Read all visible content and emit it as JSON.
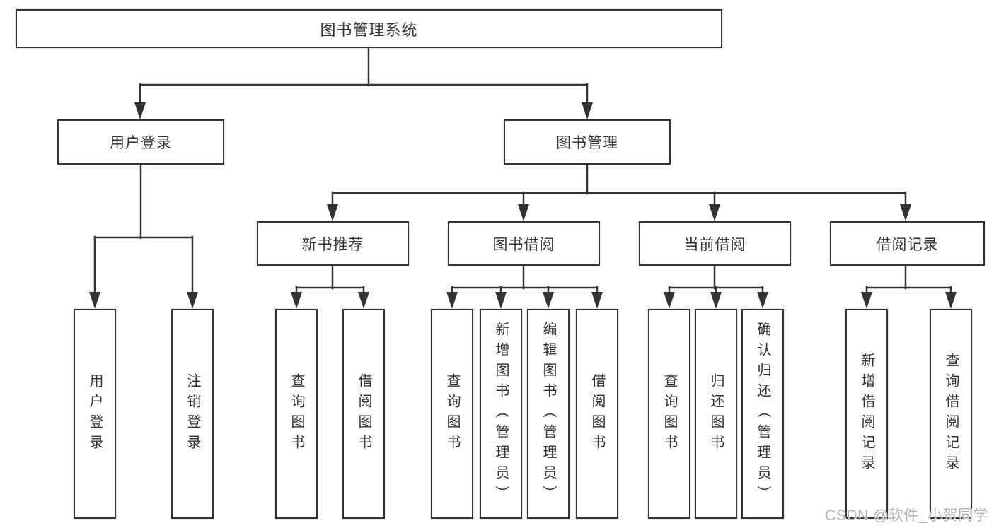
{
  "tree": {
    "root": "图书管理系统",
    "user_login": {
      "label": "用户登录",
      "leaves": [
        "用户登录",
        "注销登录"
      ]
    },
    "book_mgmt": {
      "label": "图书管理",
      "sections": [
        {
          "label": "新书推荐",
          "leaves": [
            "查询图书",
            "借阅图书"
          ]
        },
        {
          "label": "图书借阅",
          "leaves": [
            "查询图书",
            "新增图书（管理员）",
            "编辑图书（管理员）",
            "借阅图书"
          ]
        },
        {
          "label": "当前借阅",
          "leaves": [
            "查询图书",
            "归还图书",
            "确认归还（管理员）"
          ]
        },
        {
          "label": "借阅记录",
          "leaves": [
            "新增借阅记录",
            "查询借阅记录"
          ]
        }
      ]
    }
  },
  "colors": {
    "line": "#333333",
    "text": "#333333",
    "watermark": "#b4b4b4",
    "background": "#ffffff"
  },
  "watermark": "CSDN @软件_小贺同学"
}
